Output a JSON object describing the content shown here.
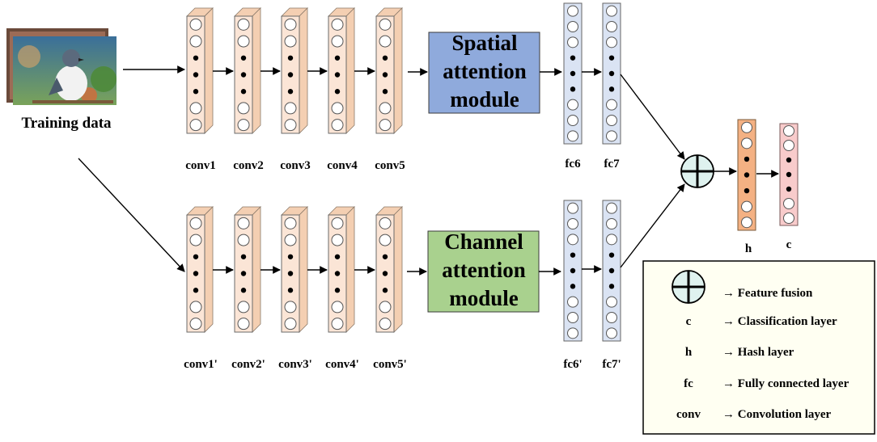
{
  "input": {
    "label": "Training data"
  },
  "top_branch": {
    "conv_labels": [
      "conv1",
      "conv2",
      "conv3",
      "conv4",
      "conv5"
    ],
    "module_lines": [
      "Spatial",
      "attention",
      "module"
    ],
    "fc_labels": [
      "fc6",
      "fc7"
    ]
  },
  "bottom_branch": {
    "conv_labels": [
      "conv1'",
      "conv2'",
      "conv3'",
      "conv4'",
      "conv5'"
    ],
    "module_lines": [
      "Channel",
      "attention",
      "module"
    ],
    "fc_labels": [
      "fc6'",
      "fc7'"
    ]
  },
  "output": {
    "hash_label": "h",
    "class_label": "c"
  },
  "legend": [
    {
      "key": "",
      "icon": "feature-fusion-icon",
      "desc": "→ Feature fusion"
    },
    {
      "key": "c",
      "desc": "→ Classification layer"
    },
    {
      "key": "h",
      "desc": "→ Hash layer"
    },
    {
      "key": "fc",
      "desc": "→ Fully connected layer"
    },
    {
      "key": "conv",
      "desc": "→ Convolution layer"
    }
  ],
  "colors": {
    "conv_fill": "#fbe5d6",
    "conv_side": "#f4cfb2",
    "fc_fill": "#dae3f3",
    "spatial_fill": "#8faadc",
    "channel_fill": "#a9d18e",
    "hash_fill": "#f4b183",
    "class_fill": "#f8cbcb",
    "fusion_fill": "#dff2ef",
    "legend_fill": "#fffff2"
  }
}
